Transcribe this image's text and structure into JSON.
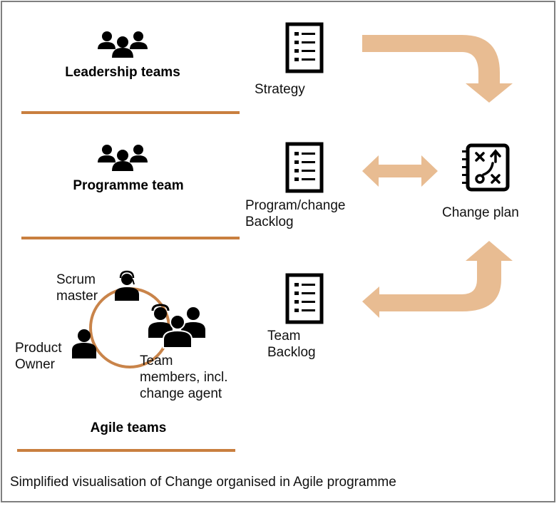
{
  "rows": {
    "leadership": {
      "label": "Leadership teams",
      "document": "Strategy"
    },
    "programme": {
      "label": "Programme team",
      "document": "Program/change\nBacklog"
    },
    "agile": {
      "label": "Agile teams",
      "document": "Team\nBacklog",
      "roles": {
        "scrum_master": "Scrum\nmaster",
        "product_owner": "Product\nOwner",
        "team_members": "Team\nmembers, incl.\nchange agent"
      }
    }
  },
  "change_plan": {
    "label": "Change plan"
  },
  "caption": "Simplified visualisation of Change organised in Agile programme",
  "colors": {
    "arrow": "#e8bc92",
    "divider": "#c97f3f",
    "circle": "#c9844a",
    "border": "#7f7f7f",
    "icon": "#000000"
  }
}
